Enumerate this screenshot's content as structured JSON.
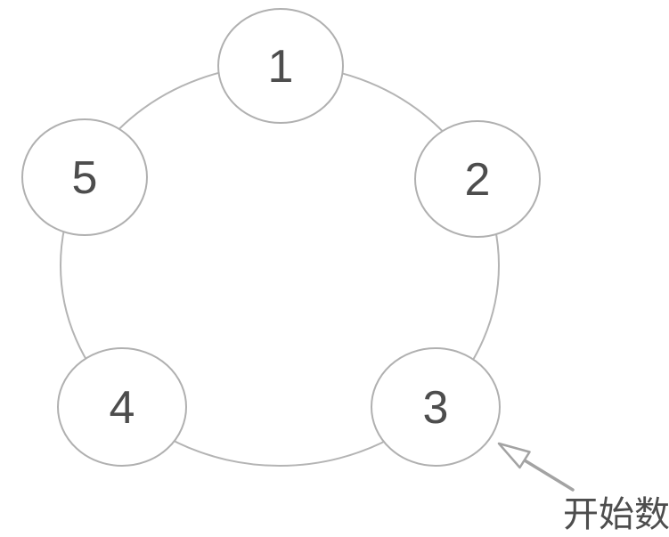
{
  "diagram": {
    "type": "ring-of-nodes",
    "nodes": [
      {
        "id": 1,
        "label": "1"
      },
      {
        "id": 2,
        "label": "2"
      },
      {
        "id": 3,
        "label": "3"
      },
      {
        "id": 4,
        "label": "4"
      },
      {
        "id": 5,
        "label": "5"
      }
    ],
    "annotation": {
      "label": "开始数",
      "target_node": "3"
    },
    "colors": {
      "ring_stroke": "#b4b4b4",
      "node_stroke": "#b0b0b0",
      "node_fill": "#ffffff",
      "number_text": "#4d4d4d",
      "arrow": "#a3a3a3",
      "annotation_text": "#4d4d4d",
      "background": "#ffffff"
    }
  }
}
